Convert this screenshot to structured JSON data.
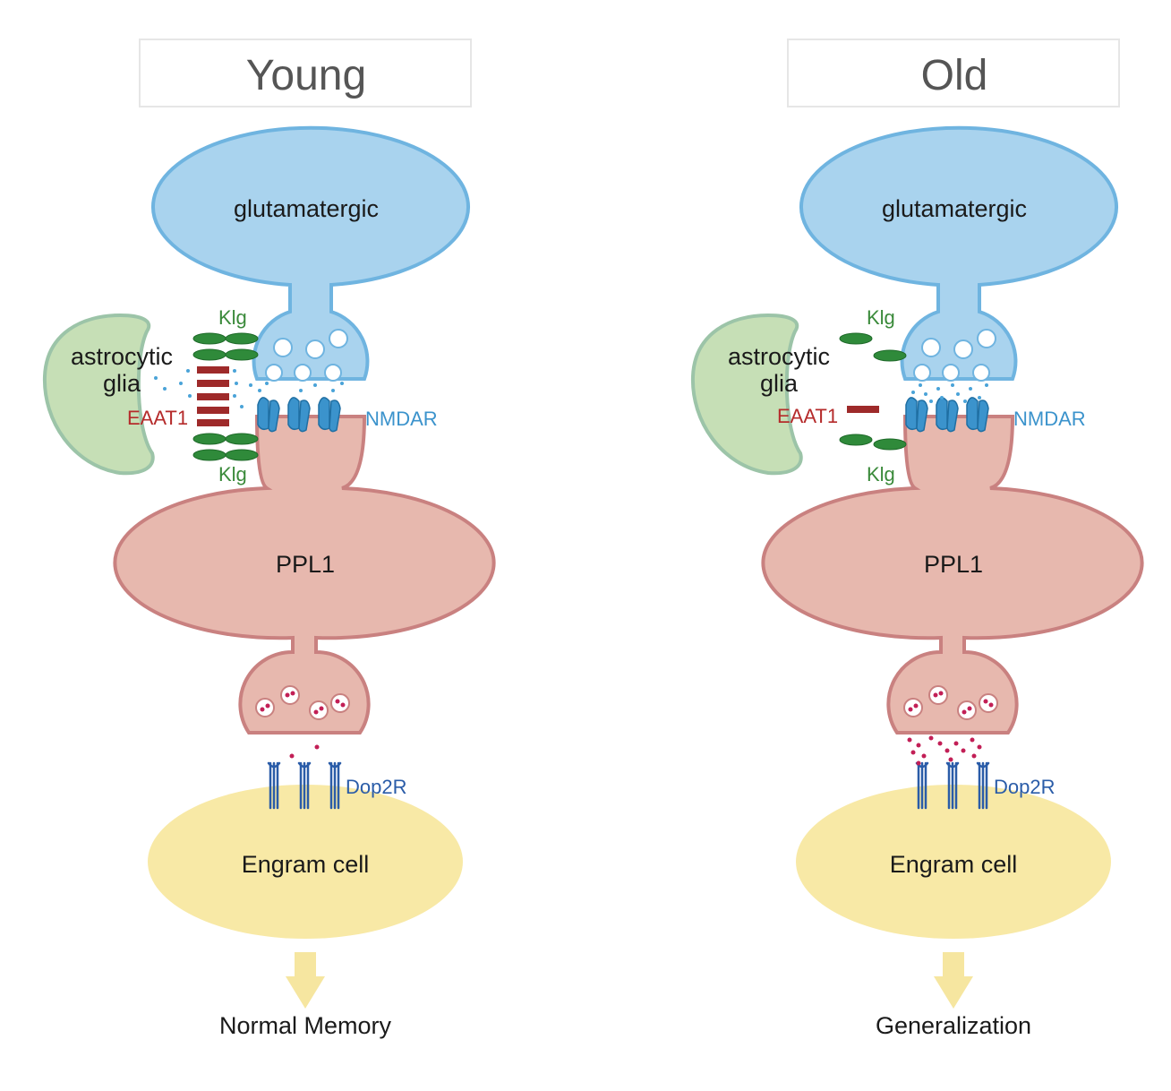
{
  "panels": [
    {
      "title": "Young",
      "glutamatergic": "glutamatergic",
      "glia_line1": "astrocytic",
      "glia_line2": "glia",
      "klg_top": "Klg",
      "klg_bottom": "Klg",
      "eaat1": "EAAT1",
      "nmdar": "NMDAR",
      "ppl1": "PPL1",
      "dop2r": "Dop2R",
      "engram": "Engram cell",
      "outcome": "Normal Memory"
    },
    {
      "title": "Old",
      "glutamatergic": "glutamatergic",
      "glia_line1": "astrocytic",
      "glia_line2": "glia",
      "klg_top": "Klg",
      "klg_bottom": "Klg",
      "eaat1": "EAAT1",
      "nmdar": "NMDAR",
      "ppl1": "PPL1",
      "dop2r": "Dop2R",
      "engram": "Engram cell",
      "outcome": "Generalization"
    }
  ],
  "colors": {
    "glutamatergic_fill": "#a9d3ee",
    "glutamatergic_stroke": "#6fb4e0",
    "ppl1_fill": "#e7b8ae",
    "ppl1_stroke": "#c98180",
    "glia_fill": "#c6dfb6",
    "glia_stroke": "#9cc4a8",
    "engram_fill": "#f8e9a6",
    "klg": "#2f8a3a",
    "eaat1": "#9e2a2a",
    "nmdar": "#3b93cc",
    "dop2r": "#2a5ca8",
    "glutamate_dot": "#4aa3d8",
    "dopamine_dot": "#c21f56",
    "arrow": "#f6e6a0"
  }
}
